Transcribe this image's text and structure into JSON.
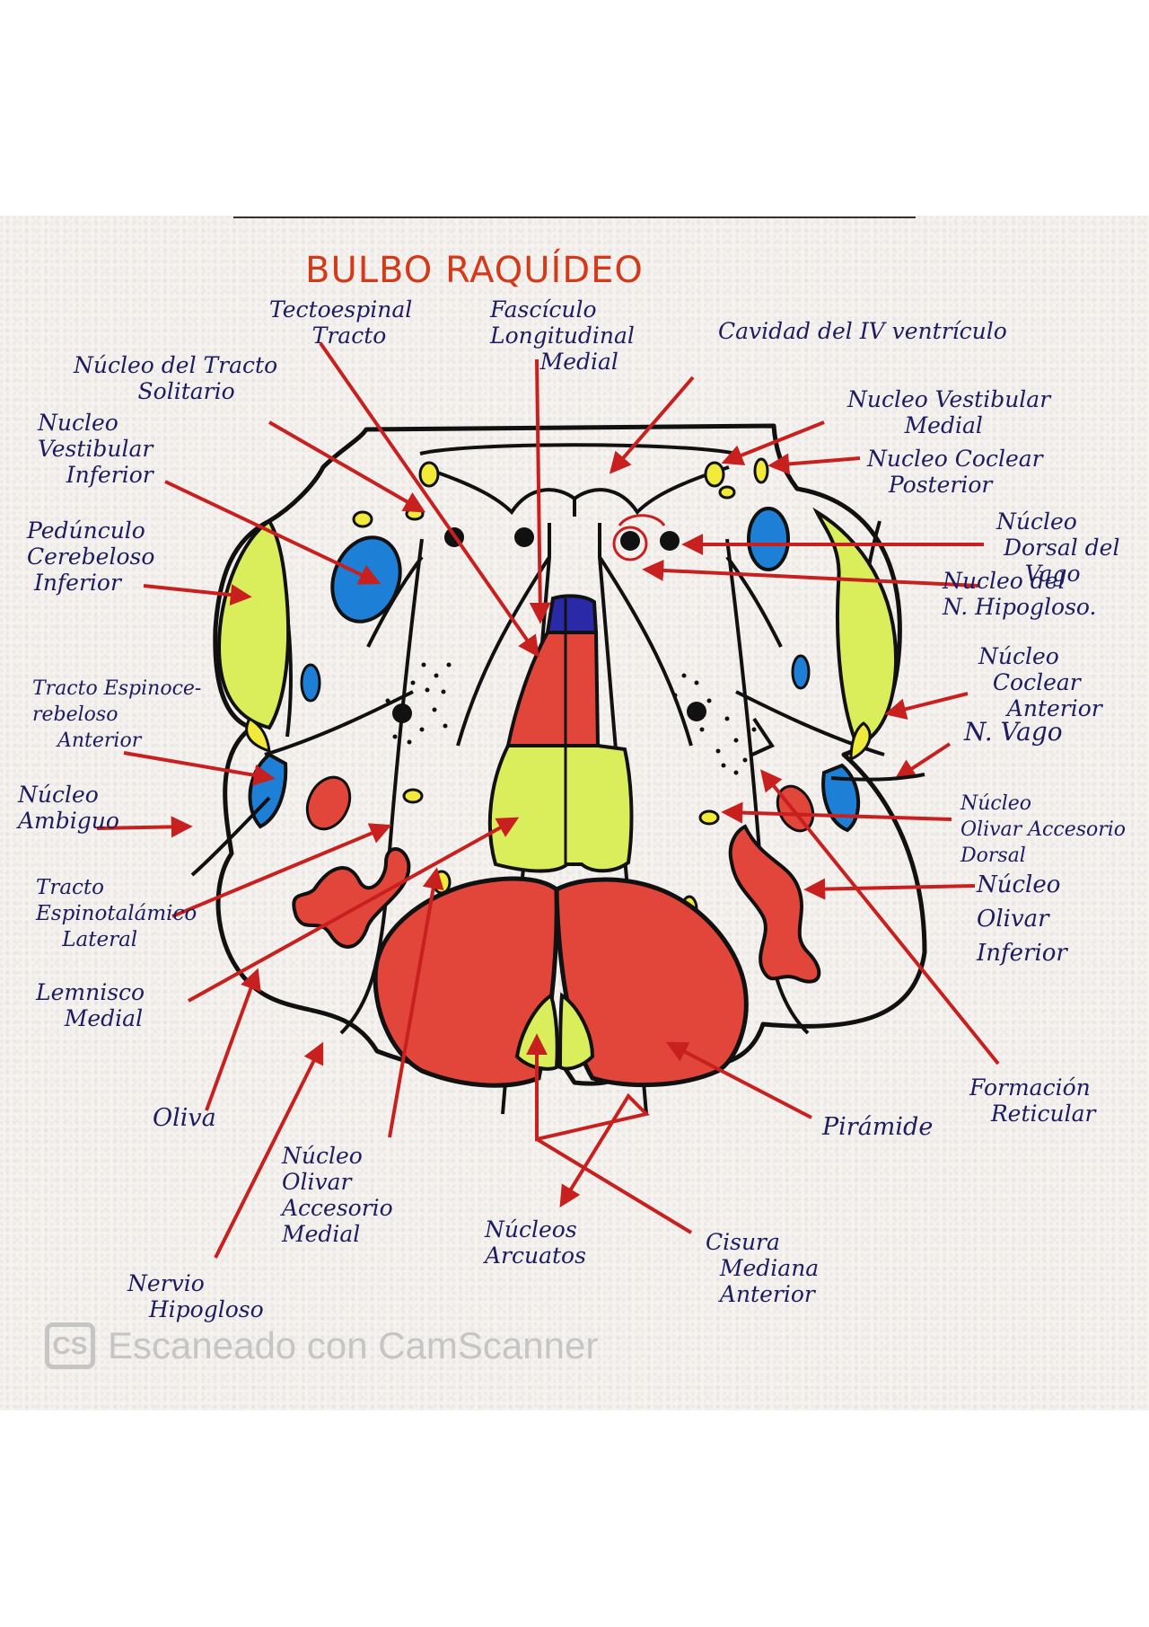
{
  "title": "BULBO RAQUÍDEO",
  "labels": {
    "tectoespinal": "Tectoespinal\n      Tracto",
    "fasciculo": "Fascículo\nLongitudinal\n       Medial",
    "cavidad": "Cavidad del IV ventrículo",
    "solitario": "Núcleo del Tracto\n         Solitario",
    "vest_inferior": "Nucleo\nVestibular\n    Inferior",
    "vest_medial": "Nucleo Vestibular\n        Medial",
    "coclear_posterior": "Nucleo Coclear\n   Posterior",
    "dorsal_vago": "Núcleo\n Dorsal del\n    Vago",
    "pedunculo": "Pedúnculo\nCerebeloso\n Inferior",
    "hipogloso_nucleo": "Nucleo del\nN. Hipogloso.",
    "espinocerebeloso": "Tracto Espinoce-\nrebeloso\n    Anterior",
    "coclear_anterior": "Núcleo\n  Coclear\n    Anterior",
    "vago": "N. Vago",
    "ambiguo": "Núcleo\nAmbiguo",
    "olivar_acc_dorsal": "Núcleo\nOlivar Accesorio\nDorsal",
    "espinotalamico": "Tracto\nEspinotalámico\n    Lateral",
    "olivar_inferior": "Núcleo\n\nOlivar\n\nInferior",
    "lemnisco": "Lemnisco\n    Medial",
    "formacion": "Formación\n   Reticular",
    "oliva": "Oliva",
    "piramide": "Pirámide",
    "olivar_acc_medial": "Núcleo\nOlivar\nAccesorio\nMedial",
    "arcuatos": "Núcleos\nArcuatos",
    "cisura": "Cisura\n  Mediana\n  Anterior",
    "nervio_hipogloso": "Nervio\n   Hipogloso"
  },
  "watermark": {
    "logo": "CS",
    "text": "Escaneado con CamScanner"
  },
  "colors": {
    "outline": "#111111",
    "red_arrow": "#c8201e",
    "label_ink": "#1c1c5e",
    "blue": "#1e7fd6",
    "yellow_green": "#d9ee5a",
    "yellow": "#f2ea3a",
    "red_fill": "#e2463a",
    "navy": "#2a2aa8"
  }
}
